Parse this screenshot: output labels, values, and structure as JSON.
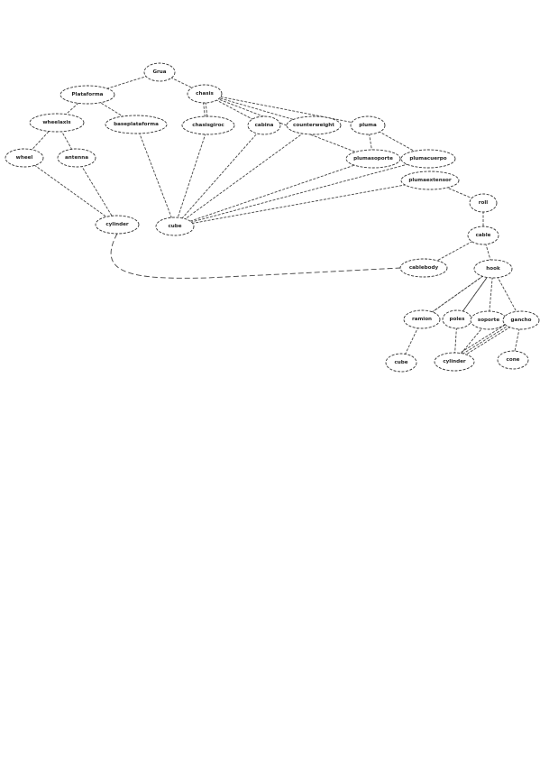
{
  "diagram": {
    "nodes": [
      {
        "id": "grua",
        "label": "Grua"
      },
      {
        "id": "plataforma",
        "label": "Plataforma"
      },
      {
        "id": "chasis",
        "label": "chasis"
      },
      {
        "id": "wheelaxis",
        "label": "wheelaxis"
      },
      {
        "id": "baseplataforma",
        "label": "baseplataforma"
      },
      {
        "id": "chasisgiro",
        "label": "chasisgiroc"
      },
      {
        "id": "cabina",
        "label": "cabina"
      },
      {
        "id": "counterweight",
        "label": "counterweight"
      },
      {
        "id": "pluma",
        "label": "pluma"
      },
      {
        "id": "wheel",
        "label": "wheel"
      },
      {
        "id": "antenna",
        "label": "antenna"
      },
      {
        "id": "plumasoporte",
        "label": "plumasoporte"
      },
      {
        "id": "plumacuerpo",
        "label": "plumacuerpo"
      },
      {
        "id": "plumaextensor",
        "label": "plumaextensor"
      },
      {
        "id": "roll",
        "label": "roll"
      },
      {
        "id": "cylinder1",
        "label": "cylinder"
      },
      {
        "id": "cube1",
        "label": "cube"
      },
      {
        "id": "cable",
        "label": "cable"
      },
      {
        "id": "cablebody",
        "label": "cablebody"
      },
      {
        "id": "hook",
        "label": "hook"
      },
      {
        "id": "ramion",
        "label": "ramion"
      },
      {
        "id": "poles",
        "label": "poles"
      },
      {
        "id": "soporte",
        "label": "soporte"
      },
      {
        "id": "gancho",
        "label": "gancho"
      },
      {
        "id": "cube2",
        "label": "cube"
      },
      {
        "id": "cylinder2",
        "label": "cylinder"
      },
      {
        "id": "cone",
        "label": "cone"
      }
    ],
    "edges": [
      [
        "grua",
        "plataforma"
      ],
      [
        "grua",
        "chasis"
      ],
      [
        "plataforma",
        "wheelaxis"
      ],
      [
        "plataforma",
        "baseplataforma"
      ],
      [
        "chasis",
        "chasisgiro"
      ],
      [
        "chasis",
        "chasisgiro"
      ],
      [
        "chasis",
        "cabina"
      ],
      [
        "chasis",
        "counterweight"
      ],
      [
        "chasis",
        "pluma"
      ],
      [
        "chasis",
        "plumasoporte"
      ],
      [
        "wheelaxis",
        "wheel"
      ],
      [
        "wheelaxis",
        "antenna"
      ],
      [
        "pluma",
        "plumasoporte"
      ],
      [
        "pluma",
        "plumacuerpo"
      ],
      [
        "plumaextensor",
        "roll"
      ],
      [
        "roll",
        "cable"
      ],
      [
        "cable",
        "cablebody"
      ],
      [
        "cable",
        "hook"
      ],
      [
        "hook",
        "ramion"
      ],
      [
        "hook",
        "poles"
      ],
      [
        "hook",
        "soporte"
      ],
      [
        "hook",
        "gancho"
      ],
      [
        "ramion",
        "cube2"
      ],
      [
        "gancho",
        "cone"
      ],
      [
        "wheel",
        "cylinder1"
      ],
      [
        "antenna",
        "cylinder1"
      ],
      [
        "baseplataforma",
        "cube1"
      ],
      [
        "chasisgiro",
        "cube1"
      ],
      [
        "cabina",
        "cube1"
      ],
      [
        "counterweight",
        "cube1"
      ],
      [
        "plumasoporte",
        "cube1"
      ],
      [
        "plumacuerpo",
        "cube1"
      ],
      [
        "plumaextensor",
        "cube1"
      ],
      [
        "cylinder1",
        "cablebody"
      ],
      [
        "ramion",
        "hook"
      ],
      [
        "poles",
        "hook"
      ],
      [
        "soporte",
        "cylinder2"
      ],
      [
        "gancho",
        "cylinder2"
      ],
      [
        "gancho",
        "cylinder2"
      ],
      [
        "gancho",
        "cylinder2"
      ],
      [
        "poles",
        "cylinder2"
      ]
    ]
  }
}
